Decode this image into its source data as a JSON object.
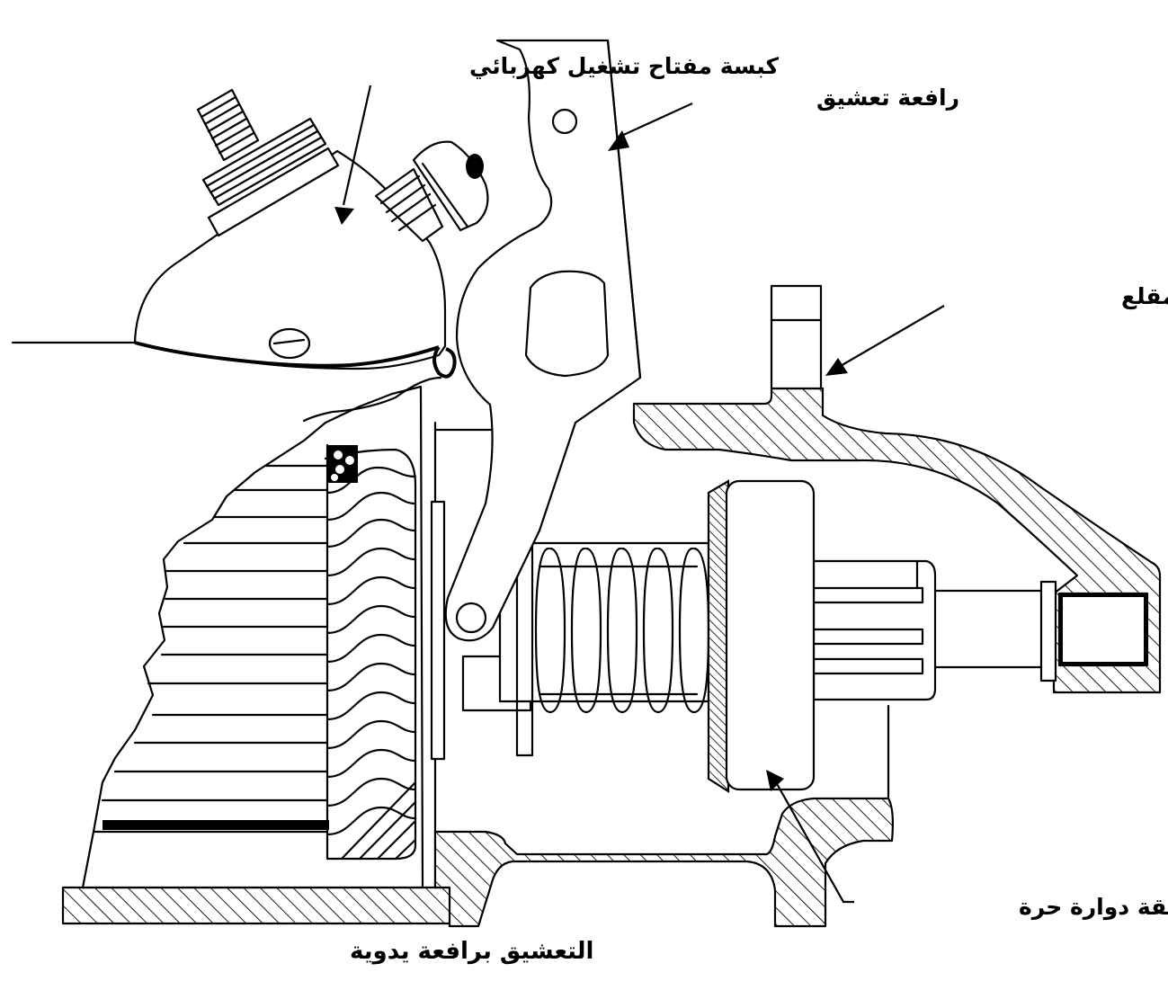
{
  "labels": {
    "switch_plunger": "كبسة مفتاح تشغيل كهربائي",
    "engagement_lever": "رافعة تعشيق",
    "nose_housing": "غلاف جسم المقلع",
    "overrunning_clutch": "حلقة دوارة حرة"
  },
  "caption": "التعشيق برافعة يدوية",
  "colors": {
    "ink": "#000000",
    "background": "#ffffff"
  }
}
